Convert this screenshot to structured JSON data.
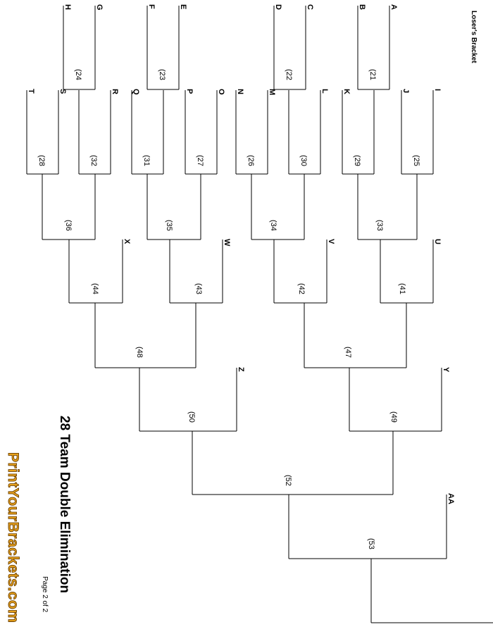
{
  "header": {
    "bracket_label": "Loser's Bracket",
    "title": "28 Team Double Elimination",
    "page": "Page 2 of 2",
    "brand": "PrintYourBrackets.com"
  },
  "colors": {
    "line": "#000000",
    "brand": "#e8a21c",
    "brand_outline": "#6b3f00"
  },
  "slots": [
    {
      "id": "slot-a",
      "label": "A"
    },
    {
      "id": "slot-b",
      "label": "B"
    },
    {
      "id": "slot-c",
      "label": "C"
    },
    {
      "id": "slot-d",
      "label": "D"
    },
    {
      "id": "slot-e",
      "label": "E"
    },
    {
      "id": "slot-f",
      "label": "F"
    },
    {
      "id": "slot-g",
      "label": "G"
    },
    {
      "id": "slot-h",
      "label": "H"
    },
    {
      "id": "slot-i",
      "label": "I"
    },
    {
      "id": "slot-j",
      "label": "J"
    },
    {
      "id": "slot-k",
      "label": "K"
    },
    {
      "id": "slot-l",
      "label": "L"
    },
    {
      "id": "slot-m",
      "label": "M"
    },
    {
      "id": "slot-n",
      "label": "N"
    },
    {
      "id": "slot-o",
      "label": "O"
    },
    {
      "id": "slot-p",
      "label": "P"
    },
    {
      "id": "slot-q",
      "label": "Q"
    },
    {
      "id": "slot-r",
      "label": "R"
    },
    {
      "id": "slot-s",
      "label": "S"
    },
    {
      "id": "slot-t",
      "label": "T"
    },
    {
      "id": "slot-u",
      "label": "U"
    },
    {
      "id": "slot-v",
      "label": "V"
    },
    {
      "id": "slot-w",
      "label": "W"
    },
    {
      "id": "slot-x",
      "label": "X"
    },
    {
      "id": "slot-y",
      "label": "Y"
    },
    {
      "id": "slot-z",
      "label": "Z"
    },
    {
      "id": "slot-aa",
      "label": "AA"
    }
  ],
  "games": [
    {
      "id": "game-21",
      "label": "(21"
    },
    {
      "id": "game-22",
      "label": "(22"
    },
    {
      "id": "game-23",
      "label": "(23"
    },
    {
      "id": "game-24",
      "label": "(24"
    },
    {
      "id": "game-25",
      "label": "(25"
    },
    {
      "id": "game-29",
      "label": "(29"
    },
    {
      "id": "game-30",
      "label": "(30"
    },
    {
      "id": "game-26",
      "label": "(26"
    },
    {
      "id": "game-27",
      "label": "(27"
    },
    {
      "id": "game-31",
      "label": "(31"
    },
    {
      "id": "game-32",
      "label": "(32"
    },
    {
      "id": "game-28",
      "label": "(28"
    },
    {
      "id": "game-33",
      "label": "(33"
    },
    {
      "id": "game-34",
      "label": "(34"
    },
    {
      "id": "game-35",
      "label": "(35"
    },
    {
      "id": "game-36",
      "label": "(36"
    },
    {
      "id": "game-41",
      "label": "(41"
    },
    {
      "id": "game-42",
      "label": "(42"
    },
    {
      "id": "game-43",
      "label": "(43"
    },
    {
      "id": "game-44",
      "label": "(44"
    },
    {
      "id": "game-47",
      "label": "(47"
    },
    {
      "id": "game-48",
      "label": "(48"
    },
    {
      "id": "game-49",
      "label": "(49"
    },
    {
      "id": "game-50",
      "label": "(50"
    },
    {
      "id": "game-52",
      "label": "(52"
    },
    {
      "id": "game-53",
      "label": "(53"
    }
  ]
}
